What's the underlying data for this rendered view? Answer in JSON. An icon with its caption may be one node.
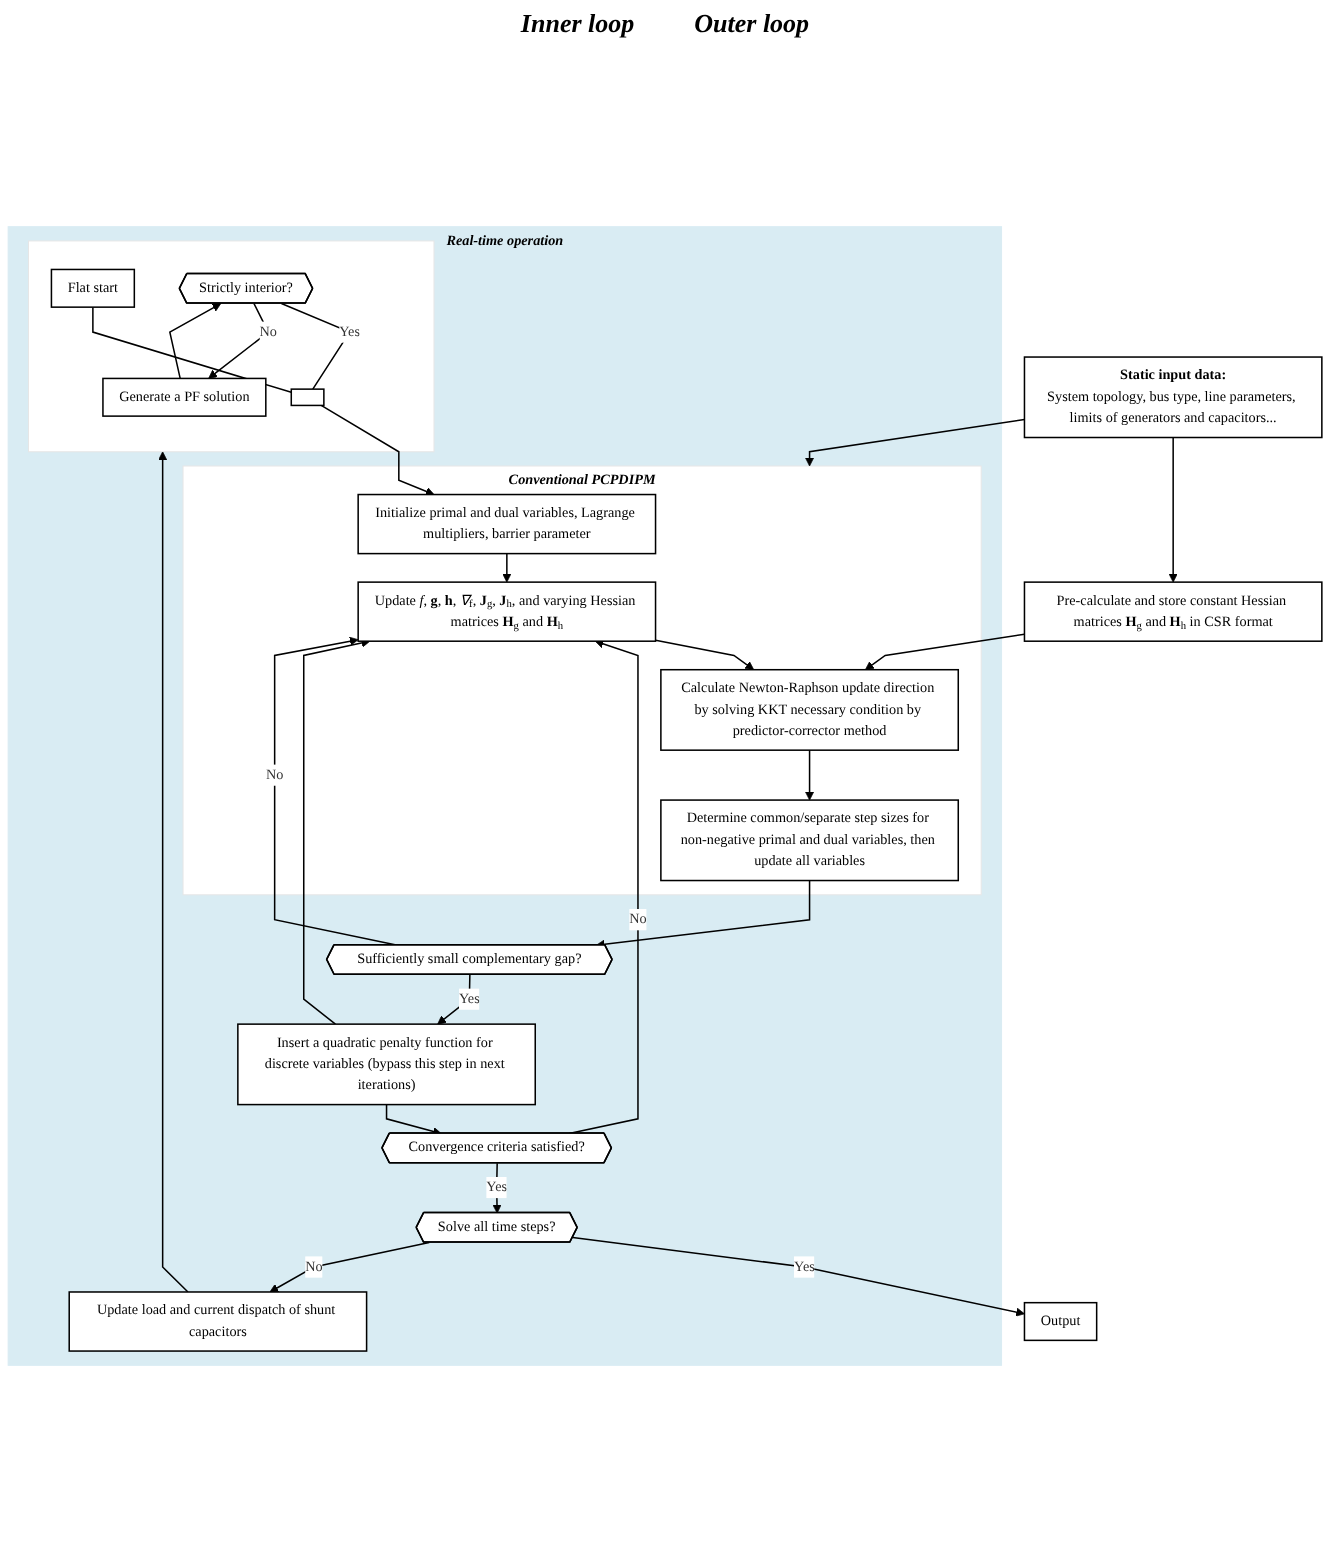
{
  "diagram": {
    "nodes": [
      {
        "text": [
          "Static input data:",
          "System topology, bus type, line parameters, limits of generators and capacitors..."
        ]
      },
      {
        "text": [
          "Pre-calculate and store constant Hessian matrices **H**$_{g}$ and **H**$_{h}$ in CSR format"
        ]
      },
      {
        "text": [
          "Real-time operation"
        ]
      },
      {
        "text": [],
        "shape": "box",
        "in": 2
      },
      {
        "text": [],
        "shape": "switch",
        "in": 3
      },
      {
        "text": [
          "Flat start"
        ],
        "in": 3
      },
      {
        "text": [
          "Strictly interior?"
        ],
        "in": 3
      },
      {
        "text": [
          "Generate a PF solution"
        ],
        "in": 3
      },
      {
        "text": [
          "Conventional PCPDIPM"
        ],
        "in": 2
      },
      {
        "text": [
          "Initialize primal and dual variables, Lagrange multipliers, barrier parameter"
        ],
        "in": 8
      },
      {
        "text": [
          "Update *f*, **g**, **h**, *∇*$_{f}$, **J**$_{g}$, **J**$_{h}$, and varying Hessian matrices **H**$_{g}$ and **H**$_{h}$"
        ],
        "in": 8
      },
      {
        "text": [
          "Calculate Newton-Raphson update direction by solving KKT necessary condition by predictor-corrector method"
        ],
        "in": 8
      },
      {
        "text": [
          "Determine common/separate step sizes for non-negative primal and dual variables, then update all variables"
        ],
        "in": 8
      },
      {
        "text": [
          "Sufficiently small complementary gap?"
        ],
        "in": 2
      },
      {
        "text": [
          "Insert a quadratic penalty function for discrete variables (bypass this step in next iterations)"
        ],
        "in": 2
      },
      {
        "text": [
          "Convergence criteria satisfied?"
        ],
        "in": 2
      },
      {
        "text": [
          "Solve all time steps?"
        ],
        "in": 2
      },
      {
        "text": [
          "Update load and current dispatch of shunt capacitors"
        ],
        "in": 2
      },
      {
        "text": [
          "Output"
        ]
      }
    ],
    "edges": [
      {
        "from": 0,
        "to": 1,
        "arrow": "to"
      },
      {
        "from": 0,
        "to": 8,
        "arrow": "to"
      },
      {
        "from": 5,
        "to": 4,
        "arrow": "none"
      },
      {
        "from": 6,
        "to": 4,
        "arrow": "none",
        "label": "Yes"
      },
      {
        "from": 6,
        "to": 7,
        "arrow": "to",
        "label": "No"
      },
      {
        "from": 7,
        "to": 6,
        "arrow": "to"
      },
      {
        "from": 4,
        "to": 9,
        "arrow": "to"
      },
      {
        "from": 1,
        "to": 11,
        "arrow": "to"
      },
      {
        "from": 9,
        "to": 10,
        "arrow": "to"
      },
      {
        "from": 10,
        "to": 11,
        "arrow": "to"
      },
      {
        "from": 11,
        "to": 12,
        "arrow": "to"
      },
      {
        "from": 12,
        "to": 13,
        "arrow": "to"
      },
      {
        "from": 13,
        "to": 14,
        "arrow": "to",
        "label": "Yes"
      },
      {
        "from": 13,
        "to": 10,
        "arrow": "to",
        "label": "No"
      },
      {
        "from": 14,
        "to": 15,
        "arrow": "to"
      },
      {
        "from": 14,
        "to": 10,
        "arrow": "to"
      },
      {
        "from": 15,
        "to": 16,
        "arrow": "to",
        "label": "Yes"
      },
      {
        "from": 15,
        "to": 10,
        "arrow": "to",
        "label": "No"
      },
      {
        "from": 16,
        "to": 18,
        "arrow": "to",
        "label": "Yes"
      },
      {
        "from": 16,
        "to": 17,
        "arrow": "to",
        "label": "No"
      },
      {
        "from": 17,
        "to": 3,
        "arrow": "to"
      }
    ],
    "labels": [
      "Inner loop",
      "Outer loop"
    ]
  }
}
